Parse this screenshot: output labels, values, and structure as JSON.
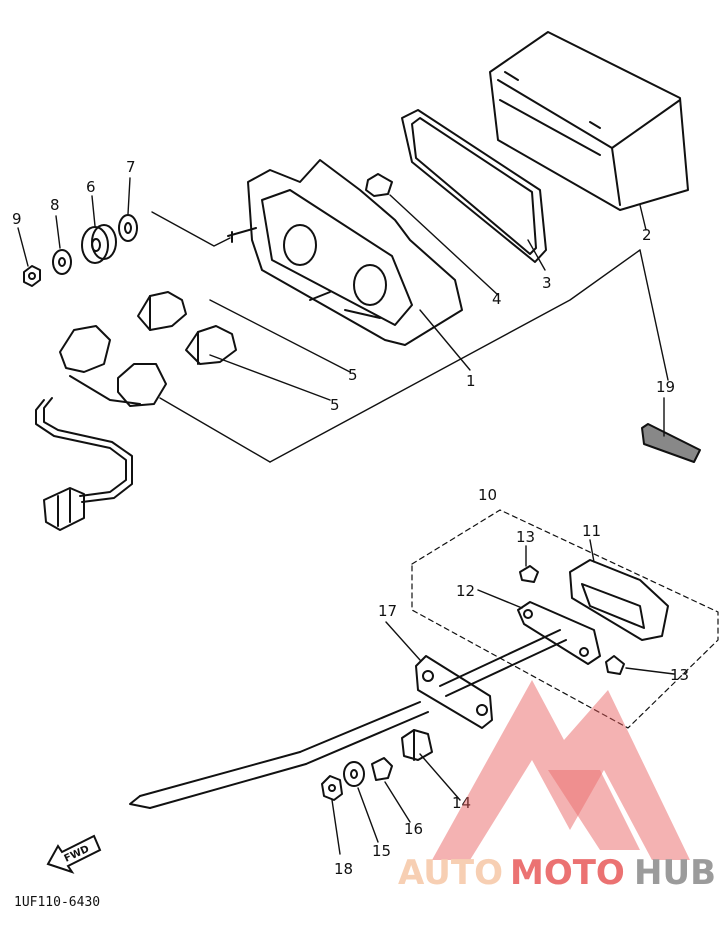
{
  "callouts": {
    "n1": "1",
    "n2": "2",
    "n3": "3",
    "n4": "4",
    "n5a": "5",
    "n5b": "5",
    "n6": "6",
    "n7": "7",
    "n8": "8",
    "n9": "9",
    "n10": "10",
    "n11": "11",
    "n12": "12",
    "n13a": "13",
    "n13b": "13",
    "n14": "14",
    "n15": "15",
    "n16": "16",
    "n17": "17",
    "n18": "18",
    "n19": "19"
  },
  "part_code": "1UF110-6430",
  "forward_label": "FWD",
  "watermark": {
    "part1": "AUTO",
    "part2": "MOTO",
    "part3": "HUB",
    "color_light": "#f6c7a6",
    "color_red": "#e85a5a",
    "color_dark": "#8a8a8a"
  }
}
